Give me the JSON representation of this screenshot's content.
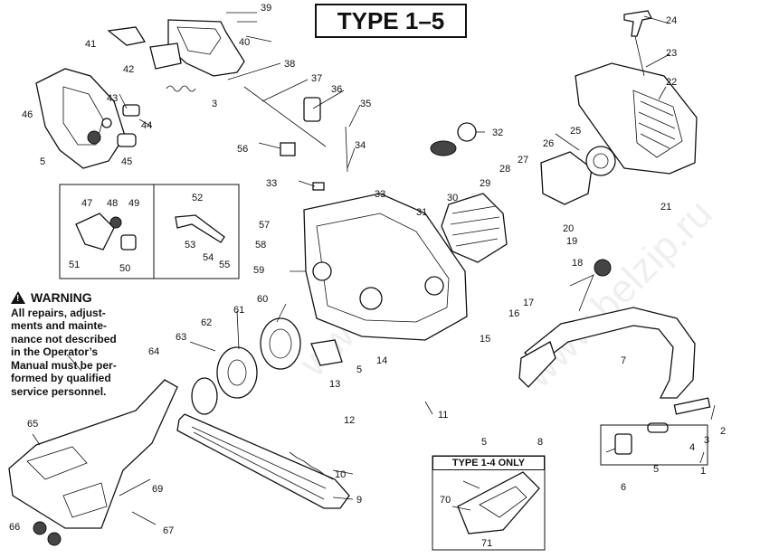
{
  "title": "TYPE 1–5",
  "warning": {
    "heading": "WARNING",
    "lines": [
      "All repairs, adjust-",
      "ments and mainte-",
      "nance not described",
      "in the Operator’s",
      "Manual must be per-",
      "formed by qualified",
      "service personnel."
    ]
  },
  "inset_title": "TYPE 1-4 ONLY",
  "watermark": "www.belzip.ru",
  "labels": {
    "l1": "1",
    "l2": "2",
    "l3": "3",
    "l4": "4",
    "l5": "5",
    "l6": "6",
    "l7": "7",
    "l8": "8",
    "l9": "9",
    "l10": "10",
    "l11": "11",
    "l12": "12",
    "l13": "13",
    "l14": "14",
    "l15": "15",
    "l16": "16",
    "l17": "17",
    "l18": "18",
    "l19": "19",
    "l20": "20",
    "l21": "21",
    "l22": "22",
    "l23": "23",
    "l24": "24",
    "l25": "25",
    "l26": "26",
    "l27": "27",
    "l28": "28",
    "l29": "29",
    "l30": "30",
    "l31": "31",
    "l32": "32",
    "l33": "33",
    "l34": "34",
    "l35": "35",
    "l36": "36",
    "l37": "37",
    "l38": "38",
    "l39": "39",
    "l40": "40",
    "l41": "41",
    "l42": "42",
    "l43": "43",
    "l44": "44",
    "l45": "45",
    "l46": "46",
    "l47": "47",
    "l48": "48",
    "l49": "49",
    "l50": "50",
    "l51": "51",
    "l52": "52",
    "l53": "53",
    "l54": "54",
    "l55": "55",
    "l56": "56",
    "l57": "57",
    "l58": "58",
    "l59": "59",
    "l60": "60",
    "l61": "61",
    "l62": "62",
    "l63": "63",
    "l64": "64",
    "l65": "65",
    "l66": "66",
    "l67": "67",
    "l69": "69",
    "l70": "70",
    "l71": "71"
  }
}
